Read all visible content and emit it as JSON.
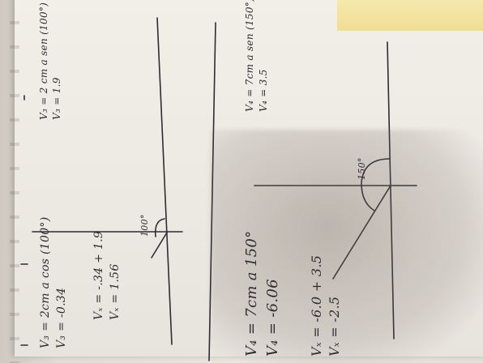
{
  "notes": {
    "v3_cos": {
      "line1": "V₃ = 2cm a cos (100°)",
      "line2": "V₃ = -0.34"
    },
    "vx_sum": {
      "line1": "Vₓ = -.34 + 1.9",
      "line2": "Vₓ = 1.56"
    },
    "v3_sin": {
      "line1": "V₃ = 2 cm a sen (100°)",
      "line2": "V₃ = 1.9"
    },
    "v4_cos": {
      "line1": "V₄ = 7cm a 150°",
      "line2": "V₄ = -6.06"
    },
    "vx_v4": {
      "line1": "Vₓ = -6.0 + 3.5",
      "line2": "Vₓ = -2.5"
    },
    "v4_sin": {
      "line1": "V₄ = 7cm a sen (150°)",
      "line2": "V₄ = 3.5"
    },
    "angle_top": "100°",
    "angle_bottom": "150°"
  },
  "colors": {
    "ink": "#2d2c33",
    "paper": "#ece8e2",
    "sticky_note": "#f1df8e"
  }
}
